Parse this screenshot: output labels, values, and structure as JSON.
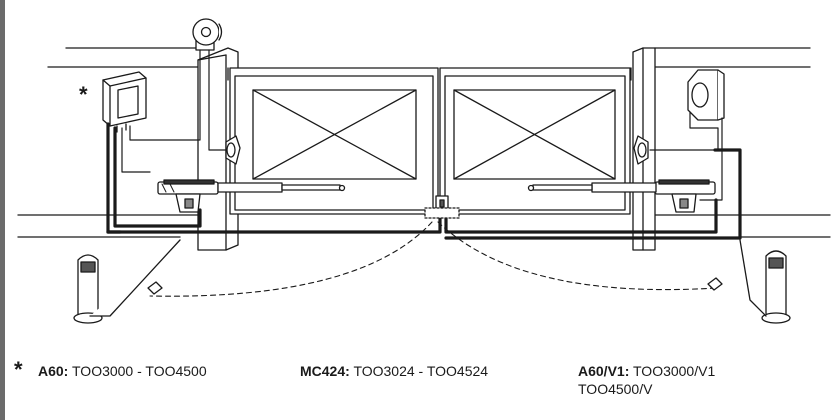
{
  "diagram": {
    "asterisk": "*"
  },
  "legend": {
    "marker": "*",
    "items": [
      {
        "model": "A60:",
        "codes": "TOO3000 - TOO4500"
      },
      {
        "model": "MC424:",
        "codes": "TOO3024 - TOO4524"
      },
      {
        "model": "A60/V1:",
        "codes": "TOO3000/V1",
        "codes_line2": "TOO4500/V"
      }
    ]
  }
}
